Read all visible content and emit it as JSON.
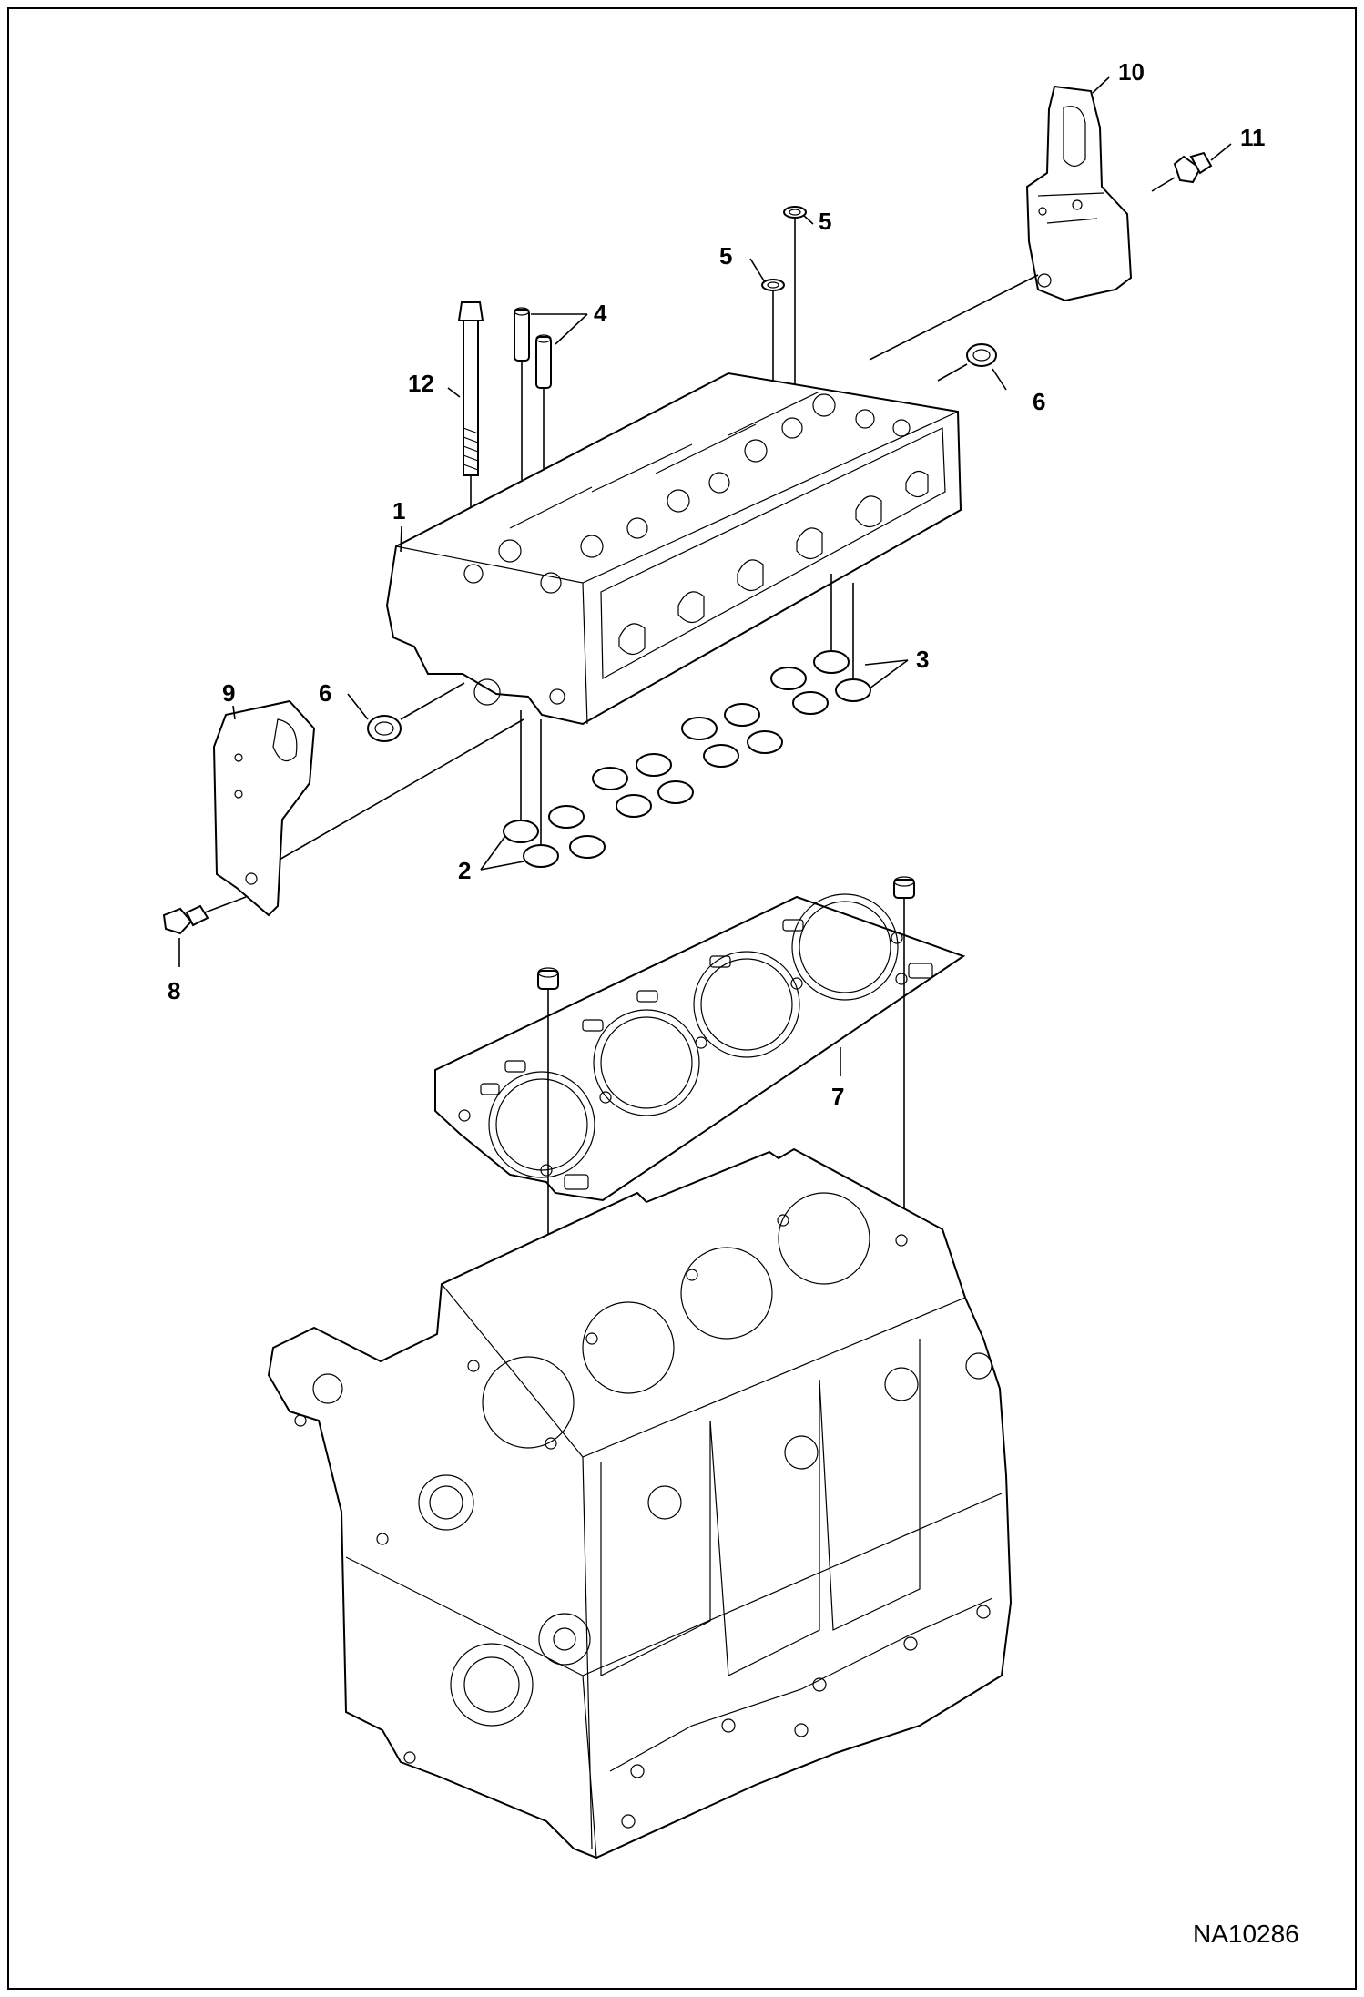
{
  "callouts": [
    {
      "id": "c10",
      "label": "10"
    },
    {
      "id": "c11",
      "label": "11"
    },
    {
      "id": "c5a",
      "label": "5"
    },
    {
      "id": "c5b",
      "label": "5"
    },
    {
      "id": "c4",
      "label": "4"
    },
    {
      "id": "c12",
      "label": "12"
    },
    {
      "id": "c6a",
      "label": "6"
    },
    {
      "id": "c1",
      "label": "1"
    },
    {
      "id": "c3",
      "label": "3"
    },
    {
      "id": "c9",
      "label": "9"
    },
    {
      "id": "c6b",
      "label": "6"
    },
    {
      "id": "c2",
      "label": "2"
    },
    {
      "id": "c8",
      "label": "8"
    },
    {
      "id": "c7",
      "label": "7"
    }
  ],
  "drawing_code": "NA10286"
}
